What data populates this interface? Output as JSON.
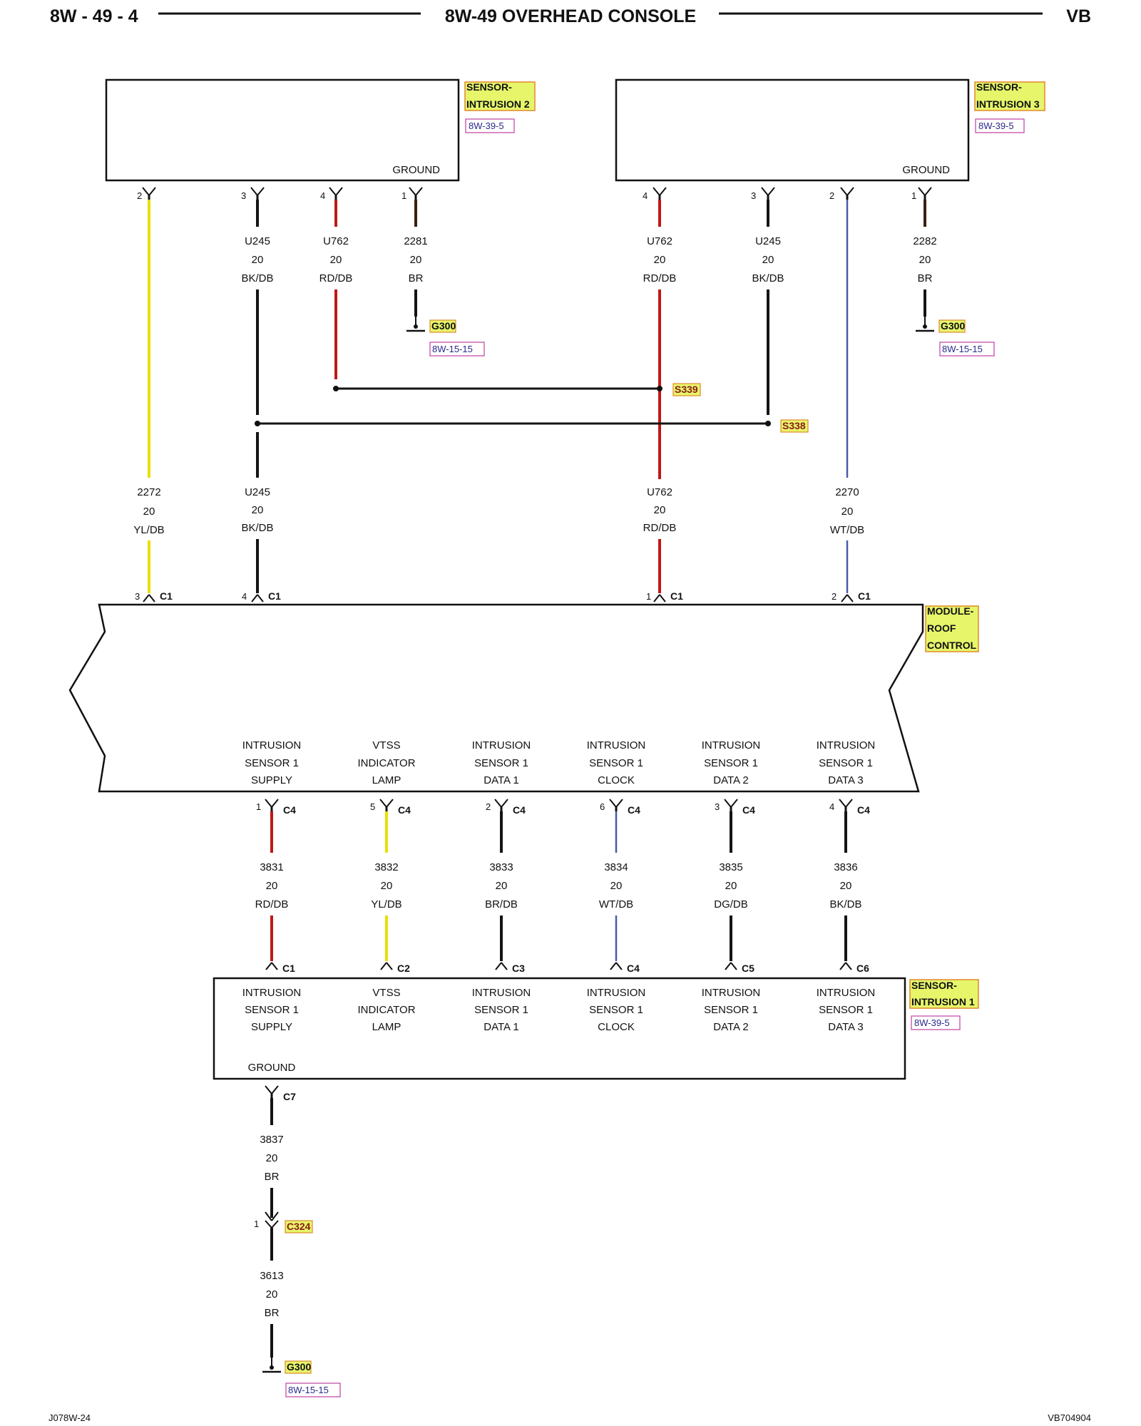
{
  "header": {
    "left": "8W - 49 - 4",
    "title": "8W-49 OVERHEAD CONSOLE",
    "right": "VB"
  },
  "footer": {
    "left": "J078W-24",
    "right": "VB704904"
  },
  "colors": {
    "yellow": "#e8e000",
    "red": "#c01818",
    "black": "#141414",
    "brown": "#3a2010",
    "white_db": "#4a5aa8",
    "tag_fill": "#e6f56a",
    "tag_border": "#e08a2a",
    "ref_border": "#c040a0"
  },
  "sensor2": {
    "name_line1": "SENSOR-",
    "name_line2": "INTRUSION 2",
    "ref": "8W-39-5",
    "ground_label": "GROUND",
    "pins": [
      {
        "pin": "2",
        "circuit": "",
        "gauge": "",
        "color": ""
      },
      {
        "pin": "3",
        "circuit": "U245",
        "gauge": "20",
        "color": "BK/DB"
      },
      {
        "pin": "4",
        "circuit": "U762",
        "gauge": "20",
        "color": "RD/DB"
      },
      {
        "pin": "1",
        "circuit": "2281",
        "gauge": "20",
        "color": "BR"
      }
    ],
    "ground": {
      "name": "G300",
      "ref": "8W-15-15"
    }
  },
  "sensor3": {
    "name_line1": "SENSOR-",
    "name_line2": "INTRUSION 3",
    "ref": "8W-39-5",
    "ground_label": "GROUND",
    "pins": [
      {
        "pin": "4",
        "circuit": "U762",
        "gauge": "20",
        "color": "RD/DB"
      },
      {
        "pin": "3",
        "circuit": "U245",
        "gauge": "20",
        "color": "BK/DB"
      },
      {
        "pin": "2",
        "circuit": "",
        "gauge": "",
        "color": ""
      },
      {
        "pin": "1",
        "circuit": "2282",
        "gauge": "20",
        "color": "BR"
      }
    ],
    "ground": {
      "name": "G300",
      "ref": "8W-15-15"
    }
  },
  "splices": {
    "s339": "S339",
    "s338": "S338"
  },
  "module_inputs": [
    {
      "circuit": "2272",
      "gauge": "20",
      "color": "YL/DB",
      "pin": "3",
      "conn": "C1"
    },
    {
      "circuit": "U245",
      "gauge": "20",
      "color": "BK/DB",
      "pin": "4",
      "conn": "C1"
    },
    {
      "circuit": "U762",
      "gauge": "20",
      "color": "RD/DB",
      "pin": "1",
      "conn": "C1"
    },
    {
      "circuit": "2270",
      "gauge": "20",
      "color": "WT/DB",
      "pin": "2",
      "conn": "C1"
    }
  ],
  "module": {
    "name_line1": "MODULE-",
    "name_line2": "ROOF",
    "name_line3": "CONTROL",
    "functions": [
      {
        "l1": "INTRUSION",
        "l2": "SENSOR 1",
        "l3": "SUPPLY"
      },
      {
        "l1": "VTSS",
        "l2": "INDICATOR",
        "l3": "LAMP"
      },
      {
        "l1": "INTRUSION",
        "l2": "SENSOR 1",
        "l3": "DATA 1"
      },
      {
        "l1": "INTRUSION",
        "l2": "SENSOR 1",
        "l3": "CLOCK"
      },
      {
        "l1": "INTRUSION",
        "l2": "SENSOR 1",
        "l3": "DATA 2"
      },
      {
        "l1": "INTRUSION",
        "l2": "SENSOR 1",
        "l3": "DATA 3"
      }
    ]
  },
  "module_outputs": [
    {
      "pin": "1",
      "conn": "C4",
      "circuit": "3831",
      "gauge": "20",
      "color": "RD/DB",
      "s1conn": "C1"
    },
    {
      "pin": "5",
      "conn": "C4",
      "circuit": "3832",
      "gauge": "20",
      "color": "YL/DB",
      "s1conn": "C2"
    },
    {
      "pin": "2",
      "conn": "C4",
      "circuit": "3833",
      "gauge": "20",
      "color": "BR/DB",
      "s1conn": "C3"
    },
    {
      "pin": "6",
      "conn": "C4",
      "circuit": "3834",
      "gauge": "20",
      "color": "WT/DB",
      "s1conn": "C4"
    },
    {
      "pin": "3",
      "conn": "C4",
      "circuit": "3835",
      "gauge": "20",
      "color": "DG/DB",
      "s1conn": "C5"
    },
    {
      "pin": "4",
      "conn": "C4",
      "circuit": "3836",
      "gauge": "20",
      "color": "BK/DB",
      "s1conn": "C6"
    }
  ],
  "sensor1": {
    "name_line1": "SENSOR-",
    "name_line2": "INTRUSION 1",
    "ref": "8W-39-5",
    "functions": [
      {
        "l1": "INTRUSION",
        "l2": "SENSOR 1",
        "l3": "SUPPLY"
      },
      {
        "l1": "VTSS",
        "l2": "INDICATOR",
        "l3": "LAMP"
      },
      {
        "l1": "INTRUSION",
        "l2": "SENSOR 1",
        "l3": "DATA 1"
      },
      {
        "l1": "INTRUSION",
        "l2": "SENSOR 1",
        "l3": "CLOCK"
      },
      {
        "l1": "INTRUSION",
        "l2": "SENSOR 1",
        "l3": "DATA 2"
      },
      {
        "l1": "INTRUSION",
        "l2": "SENSOR 1",
        "l3": "DATA 3"
      }
    ],
    "ground_label": "GROUND",
    "ground_conn": "C7"
  },
  "ground_path": {
    "upper": {
      "circuit": "3837",
      "gauge": "20",
      "color": "BR"
    },
    "connector": {
      "pin": "1",
      "name": "C324"
    },
    "lower": {
      "circuit": "3613",
      "gauge": "20",
      "color": "BR"
    },
    "ground": {
      "name": "G300",
      "ref": "8W-15-15"
    }
  }
}
